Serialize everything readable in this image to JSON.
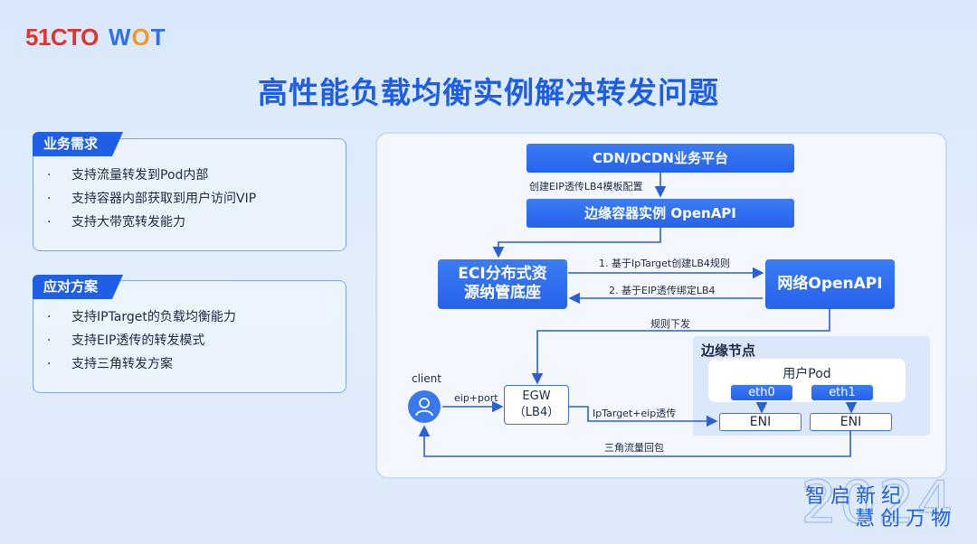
{
  "header": {
    "logo_51cto": "51CTO",
    "logo_wot_w": "W",
    "logo_wot_o": "O",
    "logo_wot_t": "T",
    "title": "高性能负载均衡实例解决转发问题"
  },
  "requirements": {
    "tag": "业务需求",
    "items": [
      "支持流量转发到Pod内部",
      "支持容器内部获取到用户访问VIP",
      "支持大带宽转发能力"
    ]
  },
  "solutions": {
    "tag": "应对方案",
    "items": [
      "支持IPTarget的负载均衡能力",
      "支持EIP透传的转发模式",
      "支持三角转发方案"
    ]
  },
  "diagram": {
    "cdn_platform": "CDN/DCDN业务平台",
    "config_label": "创建EIP透传LB4模板配置",
    "edge_openapi": "边缘容器实例 OpenAPI",
    "eci_line1": "ECI分布式资",
    "eci_line2": "源纳管底座",
    "network_openapi": "网络OpenAPI",
    "step1": "1. 基于IpTarget创建LB4规则",
    "step2": "2. 基于EIP透传绑定LB4",
    "rule_dispatch": "规则下发",
    "edge_node": "边缘节点",
    "user_pod": "用户Pod",
    "eth0": "eth0",
    "eth1": "eth1",
    "eni1": "ENI",
    "eni2": "ENI",
    "client": "client",
    "eip_port": "eip+port",
    "egw_line1": "EGW",
    "egw_line2": "（LB4）",
    "iptarget_eip": "IpTarget+eip透传",
    "triangle_return": "三角流量回包"
  },
  "footer": {
    "line1": "智启新纪",
    "line2": "慧创万物",
    "year": "2024"
  },
  "colors": {
    "accent": "#1f5fe6",
    "arrow": "#2a5fd6",
    "logo_red": "#e5322d",
    "logo_orange": "#f39a1e"
  }
}
